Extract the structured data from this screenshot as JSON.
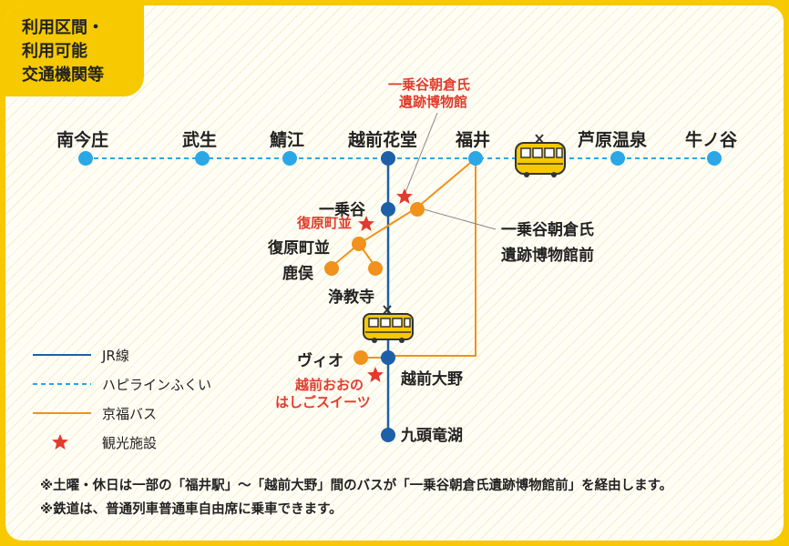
{
  "title": {
    "line1": "利用区間・",
    "line2": "利用可能",
    "line3": "交通機関等"
  },
  "stations": {
    "nankonsho": "南今庄",
    "takefu": "武生",
    "sabae": "鯖江",
    "echizenhanando": "越前花堂",
    "fukui": "福井",
    "ashiharaonsen": "芦原温泉",
    "ushinoya": "牛ノ谷",
    "ichijodani": "一乗谷",
    "fukugenmachinami": "復原町並",
    "shikamata": "鹿俣",
    "jokyoji": "浄教寺",
    "vio": "ヴィオ",
    "echizenono": "越前大野",
    "kuzuryuko": "九頭竜湖",
    "museum_mae_line1": "一乗谷朝倉氏",
    "museum_mae_line2": "遺跡博物館前"
  },
  "sightseeing": {
    "museum_line1": "一乗谷朝倉氏",
    "museum_line2": "遺跡博物館",
    "fukugen": "復原町並",
    "hashigo_line1": "越前おおの",
    "hashigo_line2": "はしごスイーツ"
  },
  "legend": {
    "jr": "JR線",
    "hapi": "ハピラインふくい",
    "keifuku": "京福バス",
    "spot": "観光施設"
  },
  "notes": {
    "line1": "※土曜・休日は一部の「福井駅」～「越前大野」間のバスが「一乗谷朝倉氏遺跡博物館前」を経由します。",
    "line2": "※鉄道は、普通列車普通車自由席に乗車できます。"
  },
  "colors": {
    "jr": "#1f5fa8",
    "hapi": "#2aa7e6",
    "keifuku": "#f0921c",
    "spot": "#e23b2e",
    "frame": "#f6c900"
  },
  "icons": {
    "train": "train-icon",
    "star": "star-icon"
  }
}
